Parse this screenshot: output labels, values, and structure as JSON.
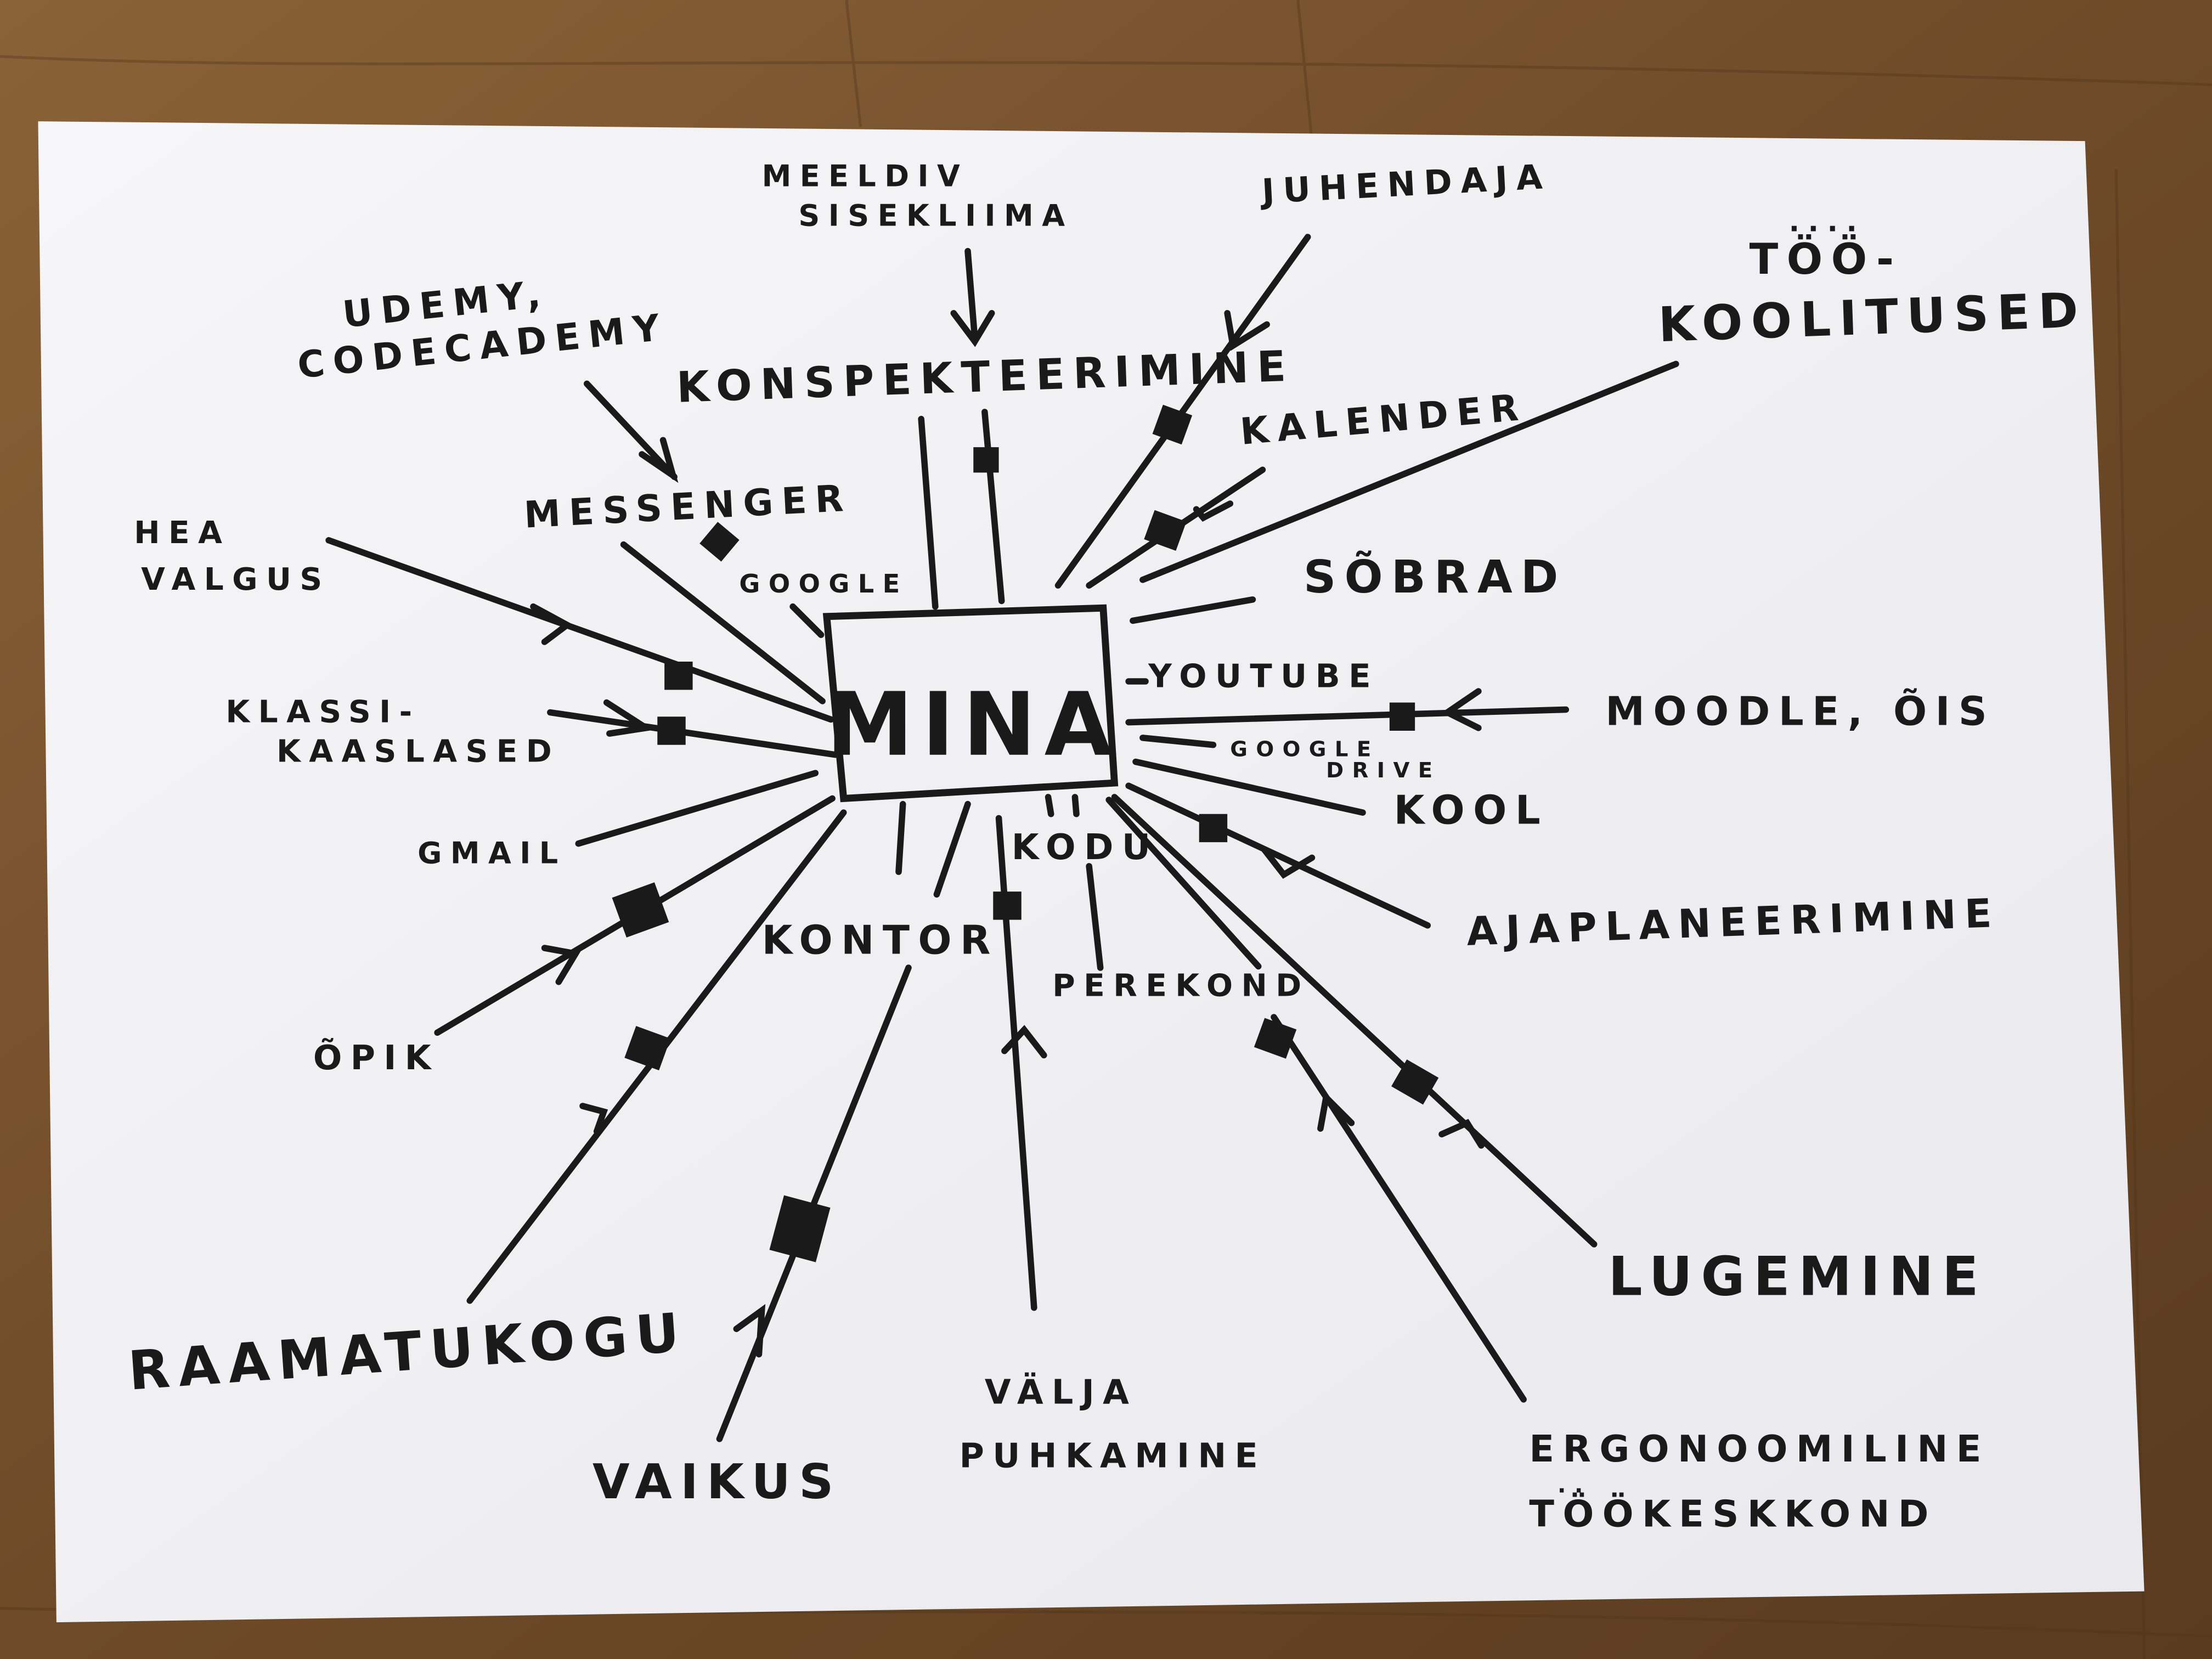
{
  "center": "MINA",
  "labels": {
    "meeldiv": "MEELDIV",
    "sisekliima": "SISEKLIIMA",
    "juhendaja": "JUHENDAJA",
    "too_dots": "....",
    "too": "TÖÖ-",
    "koolitused": "KOOLITUSED",
    "udemy": "UDEMY,",
    "codecademy": "CODECADEMY",
    "konspekteerimine": "KONSPEKTEERIMINE",
    "kalender": "KALENDER",
    "messenger": "MESSENGER",
    "hea": "HEA",
    "valgus": "VALGUS",
    "google1": "GOOGLE",
    "sobrad": "SÕBRAD",
    "youtube": "YOUTUBE",
    "klassi": "KLASSI-",
    "kaaslased": "KAASLASED",
    "moodle": "MOODLE, ÕIS",
    "google_drive_1": "GOOGLE",
    "google_drive_2": "DRIVE",
    "kool": "KOOL",
    "gmail": "GMAIL",
    "kodu": "KODU",
    "kontor": "KONTOR",
    "ajaplaneerimine": "AJAPLANEERIMINE",
    "perekond": "PEREKOND",
    "opik": "ÕPIK",
    "lugemine": "LUGEMINE",
    "raamatukogu": "RAAMATUKOGU",
    "valja": "VÄLJA",
    "puhkamine": "PUHKAMINE",
    "vaikus": "VAIKUS",
    "ergonoomiline": "ERGONOOMILINE",
    "tookeskkond_dots": "..",
    "tookeskkond": "TÖÖKESKKOND"
  },
  "colors": {
    "wood": "#6b4a2a",
    "paper": "#f4f4f6",
    "ink": "#1a1a1a"
  }
}
